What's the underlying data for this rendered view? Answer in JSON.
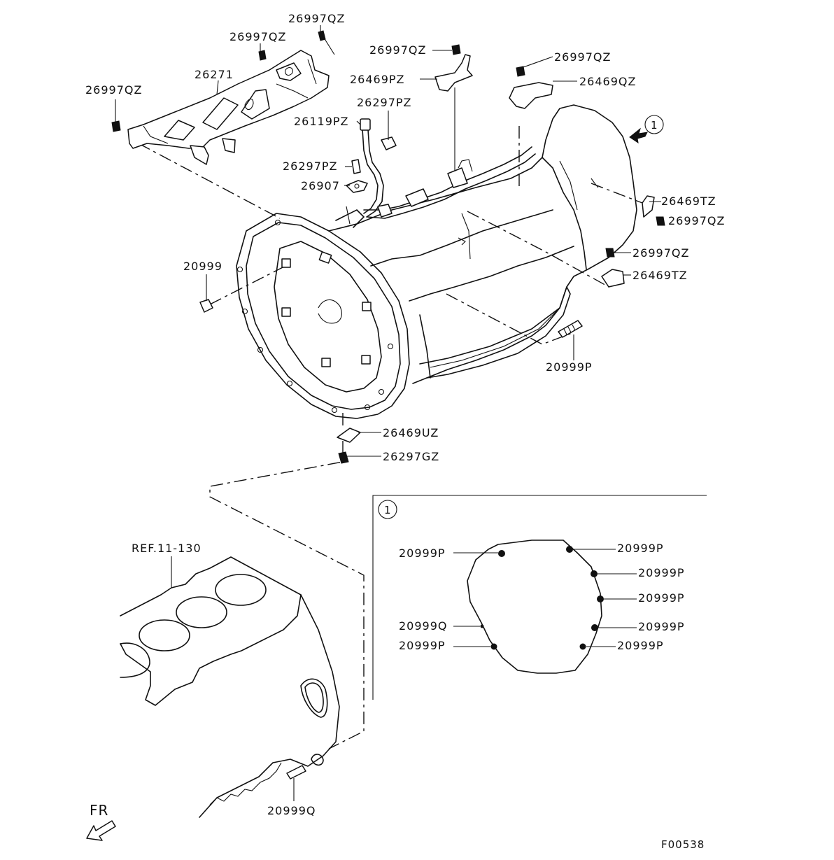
{
  "callouts": {
    "c1": "26997QZ",
    "c2": "26997QZ",
    "c3": "26997QZ",
    "c4": "26271",
    "c5": "26997QZ",
    "c6": "26469PZ",
    "c7": "26297PZ",
    "c8": "26119PZ",
    "c9": "26297PZ",
    "c10": "26907",
    "c11": "26997QZ",
    "c12": "26469QZ",
    "c13": "26469TZ",
    "c14": "26997QZ",
    "c15": "26997QZ",
    "c16": "26469TZ",
    "c17": "20999",
    "c18": "20999P",
    "c19": "26469UZ",
    "c20": "26297GZ",
    "c21": "REF.11-130",
    "c22": "20999Q"
  },
  "detail": {
    "marker": "1",
    "labels": {
      "l1": "20999P",
      "l2": "20999P",
      "l3": "20999P",
      "l4": "20999P",
      "l5": "20999Q",
      "l6": "20999P",
      "l7": "20999P",
      "l8": "20999P"
    }
  },
  "view_marker": "1",
  "direction_label": "FR",
  "figure_id": "F00538"
}
